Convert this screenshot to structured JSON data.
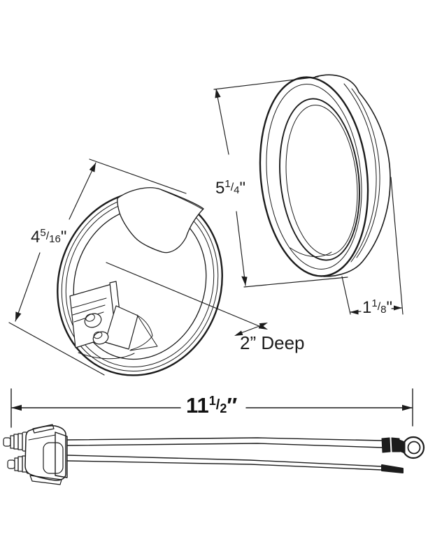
{
  "colors": {
    "background": "#ffffff",
    "line": "#1c1c1c"
  },
  "labels": {
    "lamp_diameter": {
      "whole": "4",
      "num": "5",
      "sep": "/",
      "den": "16",
      "unit": "\""
    },
    "grommet_diameter": {
      "whole": "5",
      "num": "1",
      "sep": "/",
      "den": "4",
      "unit": "\""
    },
    "grommet_depth": {
      "whole": "1",
      "num": "1",
      "sep": "/",
      "den": "8",
      "unit": "\""
    },
    "lamp_depth": "2” Deep",
    "harness_length": {
      "whole": "11",
      "num": "1",
      "sep": "/",
      "den": "2",
      "unit": "″"
    }
  }
}
